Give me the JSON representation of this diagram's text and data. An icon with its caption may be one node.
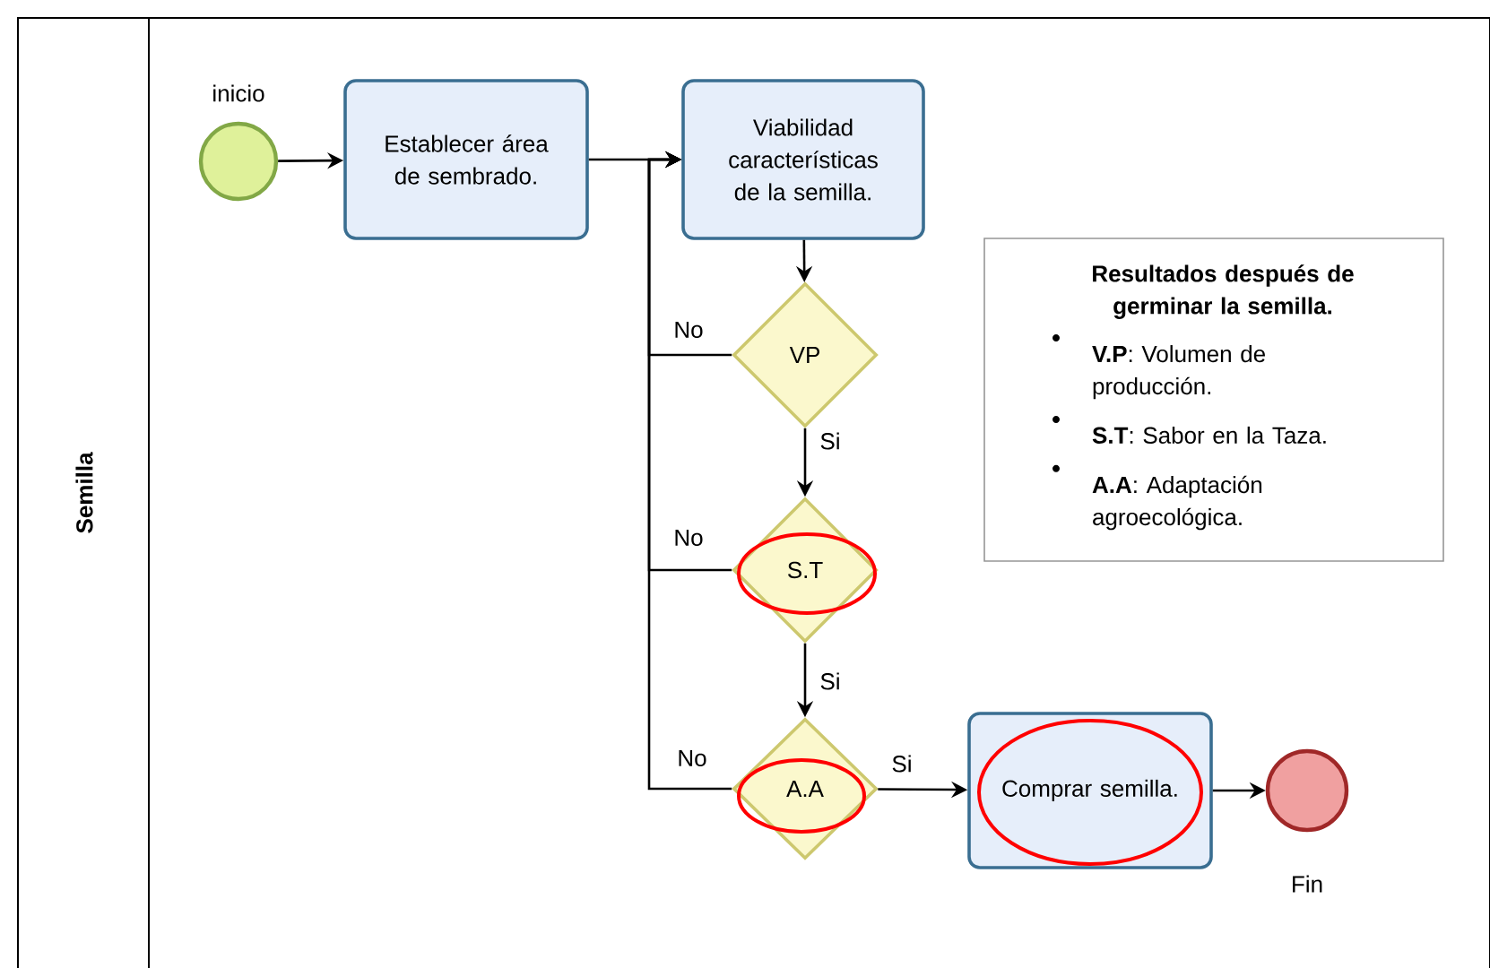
{
  "diagram": {
    "nodes": [
      {
        "text": [
          "Semilla"
        ]
      },
      {
        "text": [],
        "shape": "circle",
        "beside": [
          "inicio"
        ],
        "in": 0
      },
      {
        "text": [
          "Establecer área de sembrado."
        ],
        "in": 0
      },
      {
        "text": [
          "Viabilidad características de la semilla."
        ],
        "in": 0
      },
      {
        "text": [
          "VP"
        ],
        "in": 0
      },
      {
        "text": [
          "S.T"
        ],
        "in": 0
      },
      {
        "text": [
          "A.A"
        ],
        "in": 0
      },
      {
        "text": [
          "Comprar semilla."
        ],
        "in": 0
      },
      {
        "text": [],
        "shape": "circle",
        "beside": [
          "Fin"
        ],
        "in": 0
      },
      {
        "text": [
          "Resultados después de germinar la semilla.",
          "**V.P**: Volumen de producción.",
          "**S.T**: Sabor en la Taza.",
          "**A.A**: Adaptación agroecológica."
        ],
        "in": 0
      }
    ],
    "edges": [
      {
        "from": 1,
        "to": 2,
        "arrow": "to"
      },
      {
        "from": 2,
        "to": 3,
        "arrow": "to"
      },
      {
        "from": 3,
        "to": 4,
        "arrow": "to"
      },
      {
        "from": 4,
        "to": 5,
        "arrow": "to",
        "label": "Si"
      },
      {
        "from": 5,
        "to": 6,
        "arrow": "to",
        "label": "Si"
      },
      {
        "from": 6,
        "to": 7,
        "arrow": "to",
        "label": "Si"
      },
      {
        "from": 7,
        "to": 8,
        "arrow": "to"
      },
      {
        "from": 4,
        "to": 3,
        "arrow": "to",
        "label": "No"
      },
      {
        "from": 5,
        "to": 3,
        "arrow": "to",
        "label": "No"
      },
      {
        "from": 6,
        "to": 3,
        "arrow": "to",
        "label": "No"
      }
    ]
  }
}
